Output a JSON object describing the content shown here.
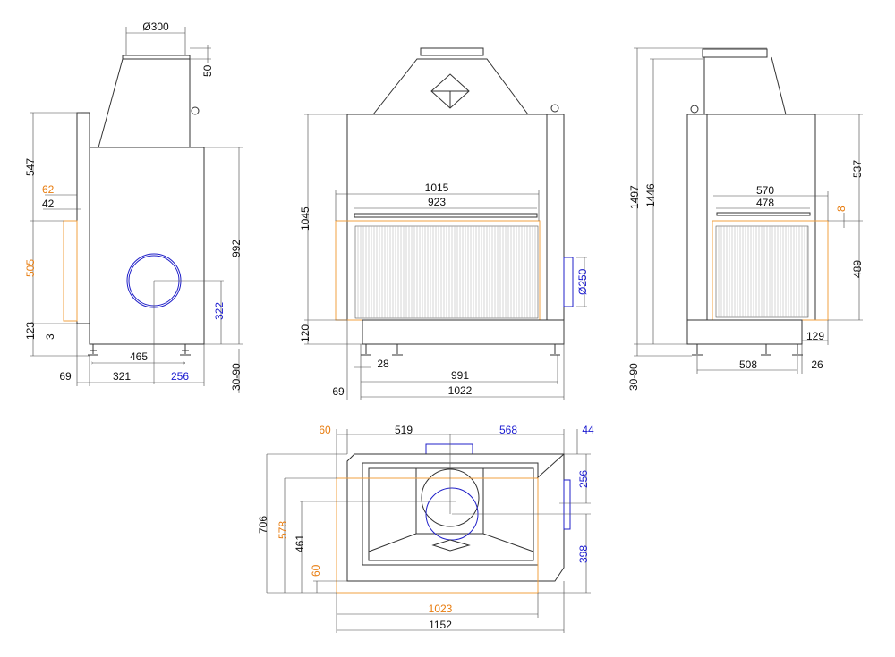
{
  "colors": {
    "line": "#333333",
    "orange": "#e87d10",
    "blue": "#1a1ad0"
  },
  "side_view_left": {
    "flue_diameter": "Ø300",
    "collar_height": "50",
    "front_height_upper": "547",
    "door_offset_orange": "62",
    "door_offset": "42",
    "door_height_orange": "505",
    "base_height": "123",
    "small_gap": "3",
    "body_height": "992",
    "rear_outlet_height_blue": "322",
    "leg_spacing": "465",
    "front_offset": "69",
    "depth_front": "321",
    "depth_rear_blue": "256",
    "leg_adjust": "30-90"
  },
  "front_view": {
    "glass_width": "1015",
    "opening_width": "923",
    "body_height": "1045",
    "base_height": "120",
    "side_outlet_blue": "Ø250",
    "leg_offset": "28",
    "inner_width": "991",
    "total_width": "1022",
    "left_offset": "69"
  },
  "side_view_right": {
    "total_height": "1497",
    "collar_height": "1446",
    "glass_width": "570",
    "opening_width": "478",
    "upper_height": "537",
    "gap_orange": "8",
    "glass_height": "489",
    "glass_overhang": "129",
    "leg_spacing": "508",
    "leg_offset": "26",
    "leg_adjust": "30-90"
  },
  "plan_view": {
    "left_offset_orange": "60",
    "to_center": "519",
    "from_center_blue": "568",
    "right_offset_blue": "44",
    "total_depth": "706",
    "glass_depth_orange": "578",
    "center_depth": "461",
    "front_offset_orange": "60",
    "outlet_offset_blue": "256",
    "outlet_depth_blue": "398",
    "glass_width_orange": "1023",
    "total_width": "1152"
  }
}
